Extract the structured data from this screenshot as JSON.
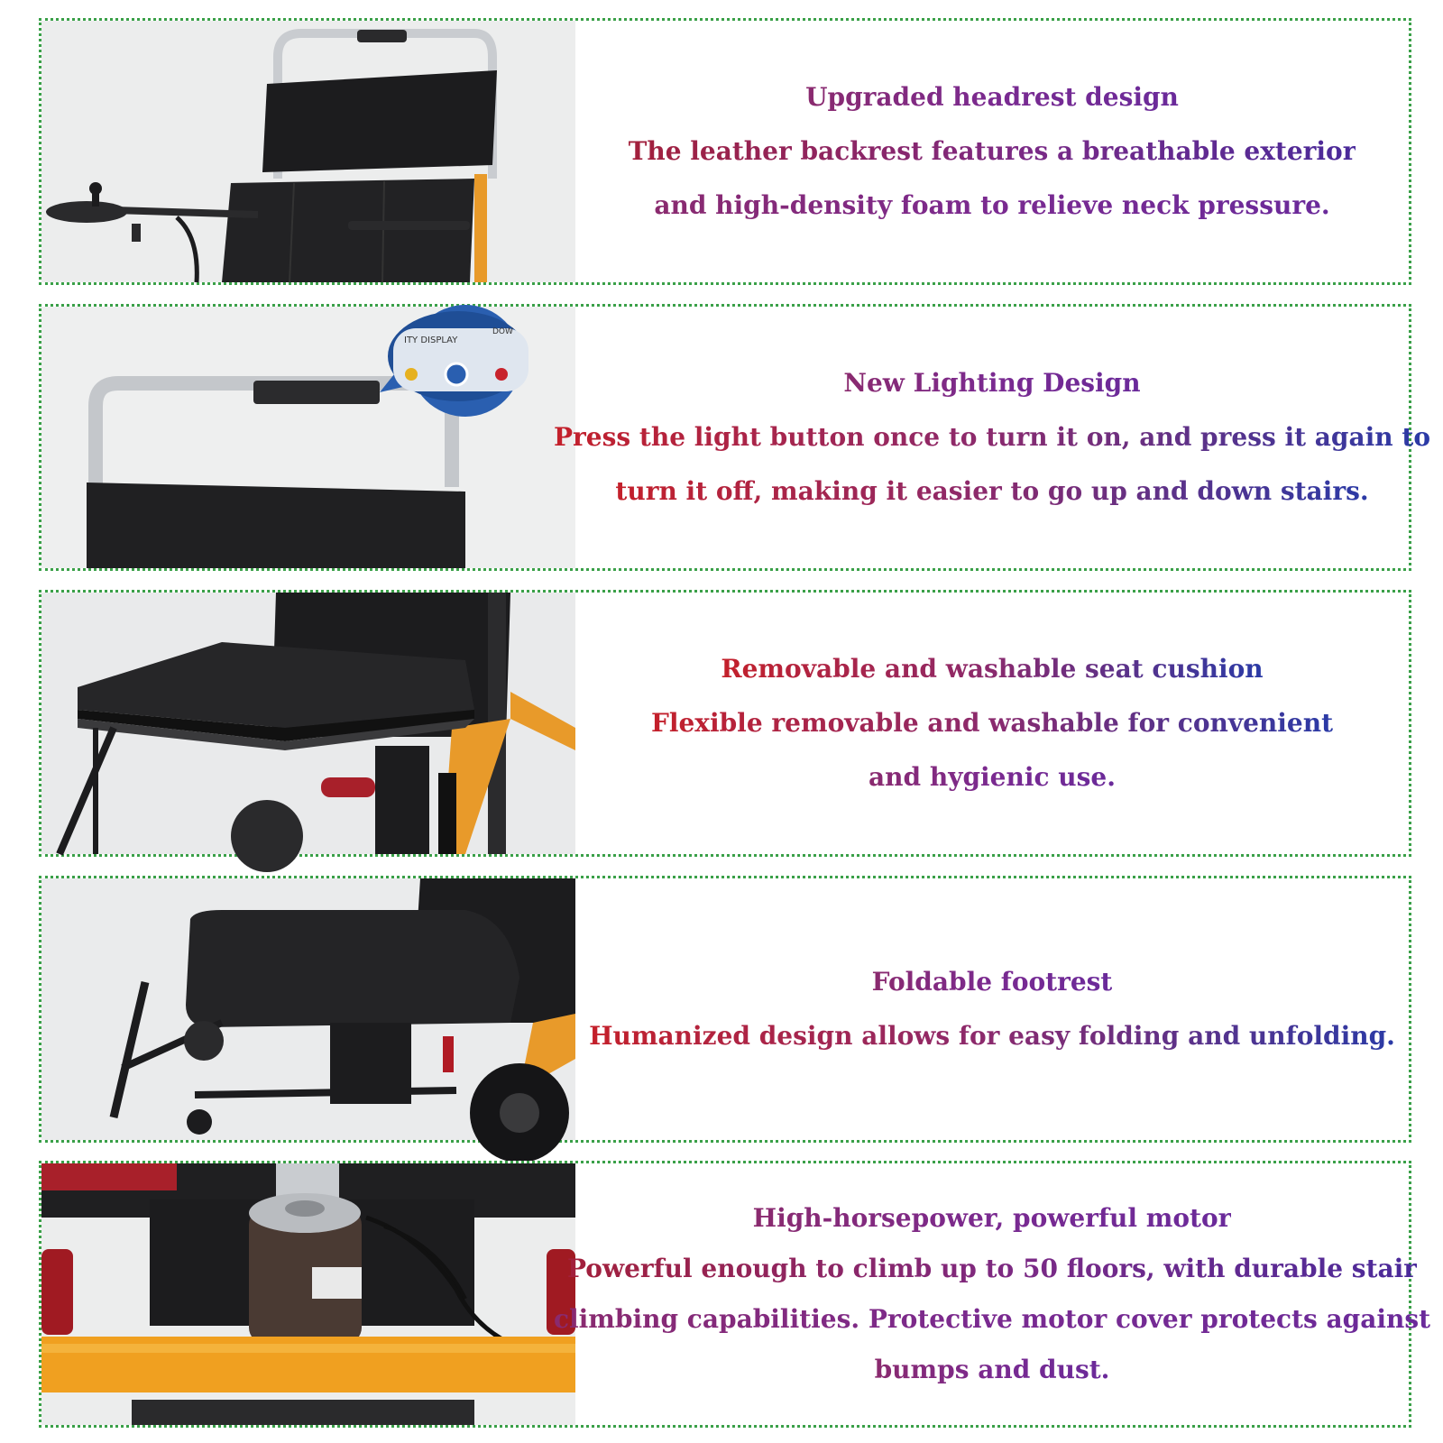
{
  "panels": [
    {
      "title": "Upgraded headrest design",
      "lines": [
        "The leather backrest features a breathable exterior",
        "and high-density foam to relieve neck pressure."
      ],
      "image_label": ""
    },
    {
      "title": "New Lighting Design",
      "lines": [
        "Press the light button once to turn it on, and press it again to",
        "turn it off, making it easier to go up and down stairs."
      ],
      "image_label": "ITY DISPLAY",
      "image_label2": "DOW"
    },
    {
      "title": "Removable and washable seat cushion",
      "lines": [
        "Flexible removable and washable for convenient",
        "and hygienic use."
      ]
    },
    {
      "title": "Foldable footrest",
      "lines": [
        "Humanized design allows for easy folding and unfolding."
      ]
    },
    {
      "title": "High-horsepower, powerful motor",
      "lines": [
        "Powerful enough to climb up to 50 floors, with durable stair",
        "climbing capabilities. Protective motor cover protects against",
        "bumps and dust."
      ]
    }
  ],
  "colors": {
    "border": "#3aa048",
    "chair_black": "#1f1f21",
    "frame_orange": "#e89a2a",
    "accent_red": "#b01a24"
  }
}
